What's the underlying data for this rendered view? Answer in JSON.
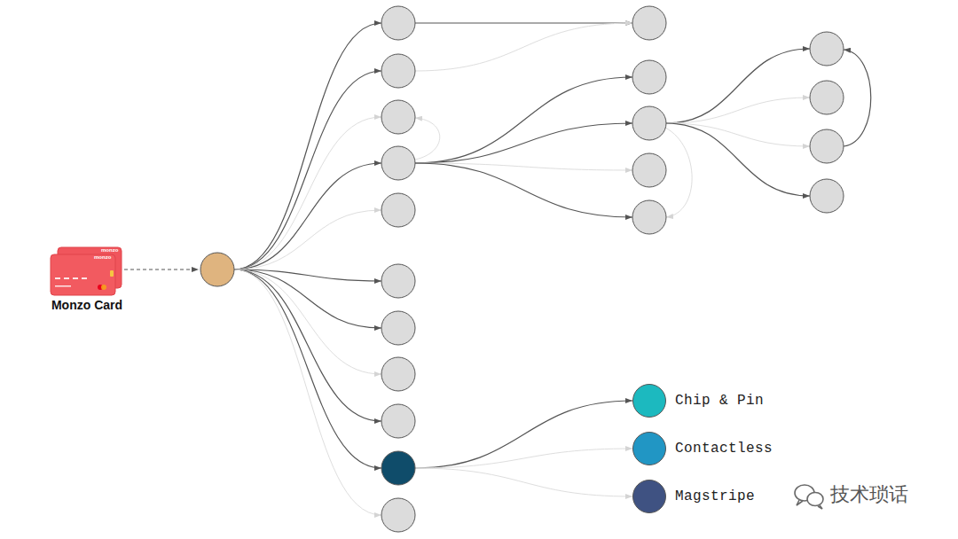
{
  "diagram": {
    "nodes": [
      {
        "text": [
          "Monzo Card"
        ]
      },
      {
        "text": [
          "Chip & Pin"
        ]
      },
      {
        "text": [
          "Contactless"
        ]
      },
      {
        "text": [
          "Magstripe"
        ]
      }
    ],
    "labels": [
      "monzo",
      "monzo",
      "技术琐话"
    ]
  }
}
